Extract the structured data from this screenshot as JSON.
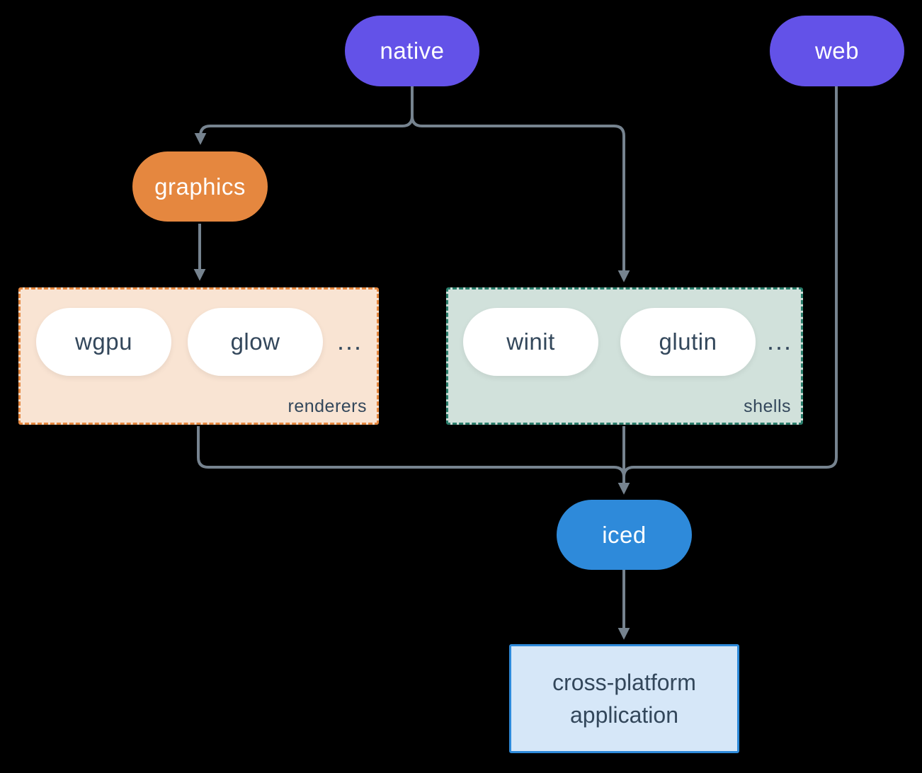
{
  "diagram": {
    "background": "#000000",
    "line_color": "#76838F",
    "nodes": {
      "native": {
        "label": "native",
        "fill": "#6352E8",
        "text_color": "#FFFFFF"
      },
      "web": {
        "label": "web",
        "fill": "#6352E8",
        "text_color": "#FFFFFF"
      },
      "graphics": {
        "label": "graphics",
        "fill": "#E5873F",
        "text_color": "#FFFFFF"
      },
      "iced": {
        "label": "iced",
        "fill": "#2E8ADA",
        "text_color": "#FFFFFF"
      }
    },
    "groups": {
      "renderers": {
        "label": "renderers",
        "fill": "#F9E4D3",
        "border_color": "#E5873F",
        "item_fill": "#FFFFFF",
        "item_text_color": "#33475B",
        "items": [
          "wgpu",
          "glow"
        ],
        "ellipsis": "..."
      },
      "shells": {
        "label": "shells",
        "fill": "#D1E1DB",
        "border_color": "#2A7D6B",
        "item_fill": "#FFFFFF",
        "item_text_color": "#33475B",
        "items": [
          "winit",
          "glutin"
        ],
        "ellipsis": "..."
      }
    },
    "app": {
      "label": "cross-platform application",
      "fill": "#D6E7F8",
      "border_color": "#2E8ADA",
      "text_color": "#33475B"
    },
    "edges": [
      {
        "from": "native",
        "to": "graphics"
      },
      {
        "from": "native",
        "to": "shells"
      },
      {
        "from": "graphics",
        "to": "renderers"
      },
      {
        "from": "renderers",
        "to": "iced"
      },
      {
        "from": "shells",
        "to": "iced"
      },
      {
        "from": "web",
        "to": "iced"
      },
      {
        "from": "iced",
        "to": "app"
      }
    ]
  }
}
